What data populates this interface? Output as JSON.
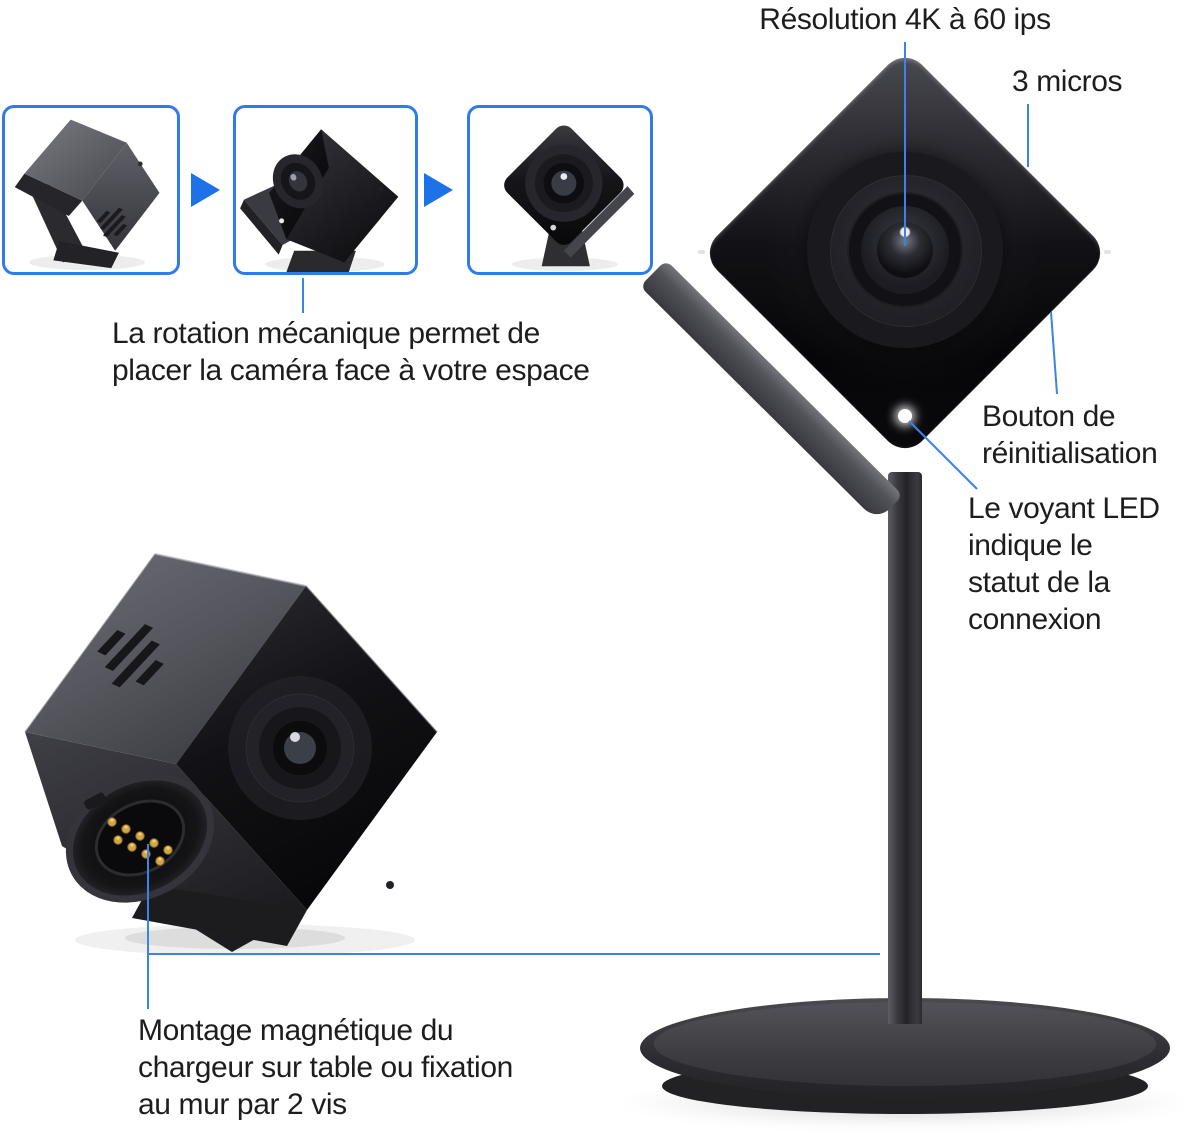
{
  "colors": {
    "background": "#ffffff",
    "accent_blue": "#2e7ce9",
    "arrow_blue": "#1d72e8",
    "text": "#1d1d1f"
  },
  "icons": {
    "step_arrow": "right-arrow",
    "brand_mark": "hp-logo"
  },
  "rotation_sequence": [
    "camera-back-view",
    "camera-mid-rotation",
    "camera-front-view"
  ],
  "annotations": {
    "resolution": {
      "text": "Résolution 4K à 60 ips"
    },
    "mics": {
      "text": "3 micros"
    },
    "reset": {
      "lines": [
        "Bouton de",
        "réinitialisation"
      ]
    },
    "led": {
      "lines": [
        "Le voyant LED",
        "indique le",
        "statut de la",
        "connexion"
      ]
    },
    "rotation": {
      "lines": [
        "La rotation mécanique permet de",
        "placer la caméra face à votre espace"
      ]
    },
    "mount": {
      "lines": [
        "Montage magnétique du",
        "chargeur sur table ou fixation",
        "au mur par 2 vis"
      ]
    }
  }
}
